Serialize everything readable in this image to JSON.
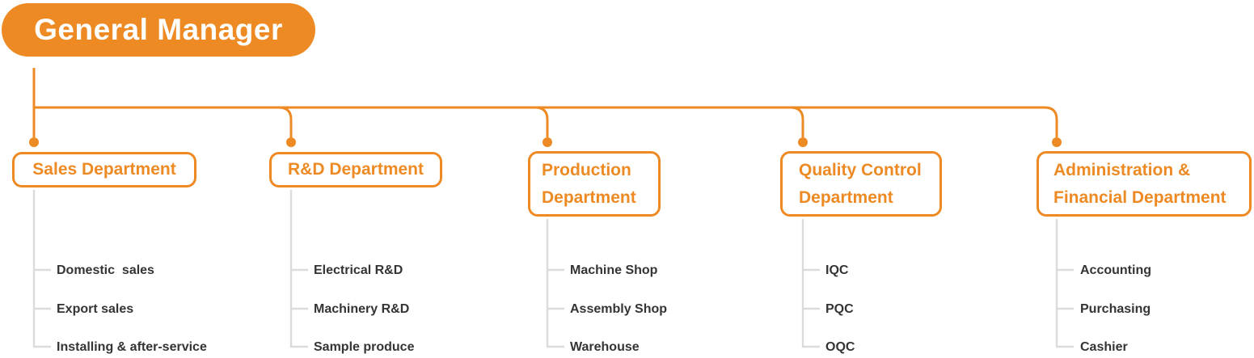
{
  "colors": {
    "accent": "#ED8A24",
    "text": "#343434",
    "guide": "#DBDBDB",
    "node-text": "#FFFFFF"
  },
  "root": {
    "label": "General Manager"
  },
  "departments": [
    {
      "id": "sales",
      "label": "Sales Department",
      "lines": [
        "Sales Department"
      ],
      "children": [
        "Domestic  sales",
        "Export sales",
        "Installing & after-service"
      ]
    },
    {
      "id": "rd",
      "label": "R&D Department",
      "lines": [
        "R&D Department"
      ],
      "children": [
        "Electrical R&D",
        "Machinery R&D",
        "Sample produce"
      ]
    },
    {
      "id": "production",
      "label": "Production Department",
      "lines": [
        "Production",
        "Department"
      ],
      "children": [
        "Machine Shop",
        "Assembly Shop",
        "Warehouse"
      ]
    },
    {
      "id": "quality-control",
      "label": "Quality Control Department",
      "lines": [
        "Quality Control",
        "Department"
      ],
      "children": [
        "IQC",
        "PQC",
        "OQC"
      ]
    },
    {
      "id": "admin-financial",
      "label": "Administration & Financial Department",
      "lines": [
        "Administration &",
        "Financial Department"
      ],
      "children": [
        "Accounting",
        "Purchasing",
        "Cashier"
      ]
    }
  ]
}
